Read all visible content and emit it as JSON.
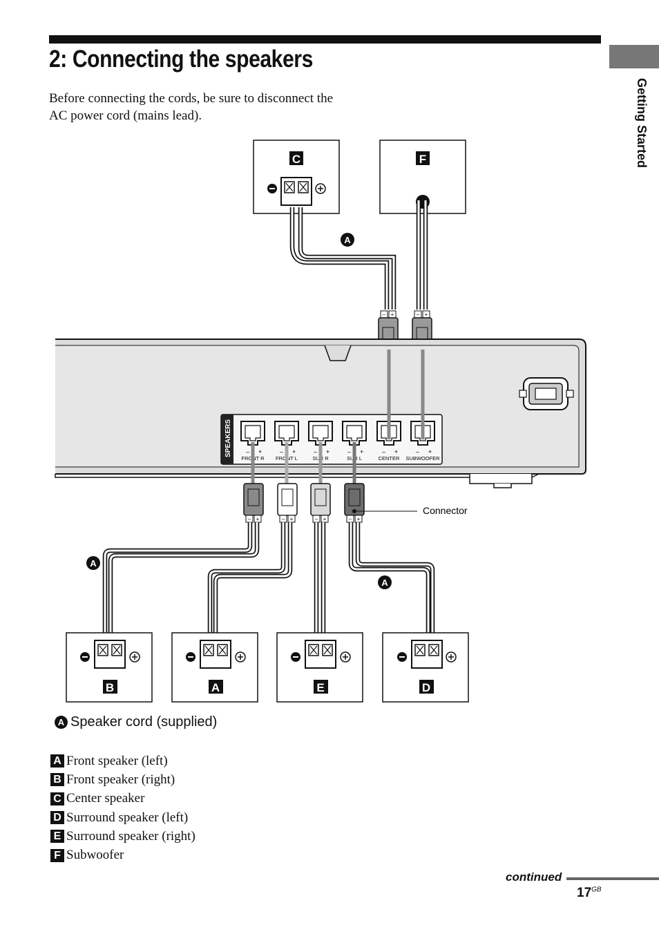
{
  "header": {
    "title": "2: Connecting the speakers",
    "intro": "Before connecting the cords, be sure to disconnect the AC power cord (mains lead).",
    "section_tab": "Getting Started"
  },
  "diagram": {
    "cord_marker": "A",
    "connector_label": "Connector",
    "panel_label": "SPEAKERS",
    "jacks": [
      "FRONT R",
      "FRONT L",
      "SUR R",
      "SUR L",
      "CENTER",
      "SUBWOOFER"
    ],
    "minus_sign": "–",
    "plus_sign": "+",
    "speaker_letters": {
      "center": "C",
      "subwoofer": "F",
      "front_right": "B",
      "front_left": "A",
      "surround_right": "E",
      "surround_left": "D"
    }
  },
  "cord_caption": {
    "marker": "A",
    "text": "Speaker cord (supplied)"
  },
  "legend": [
    {
      "letter": "A",
      "text": "Front speaker (left)"
    },
    {
      "letter": "B",
      "text": "Front speaker (right)"
    },
    {
      "letter": "C",
      "text": "Center speaker"
    },
    {
      "letter": "D",
      "text": "Surround speaker (left)"
    },
    {
      "letter": "E",
      "text": "Surround speaker (right)"
    },
    {
      "letter": "F",
      "text": "Subwoofer"
    }
  ],
  "footer": {
    "continued": "continued",
    "page": "17",
    "page_suffix": "GB"
  }
}
